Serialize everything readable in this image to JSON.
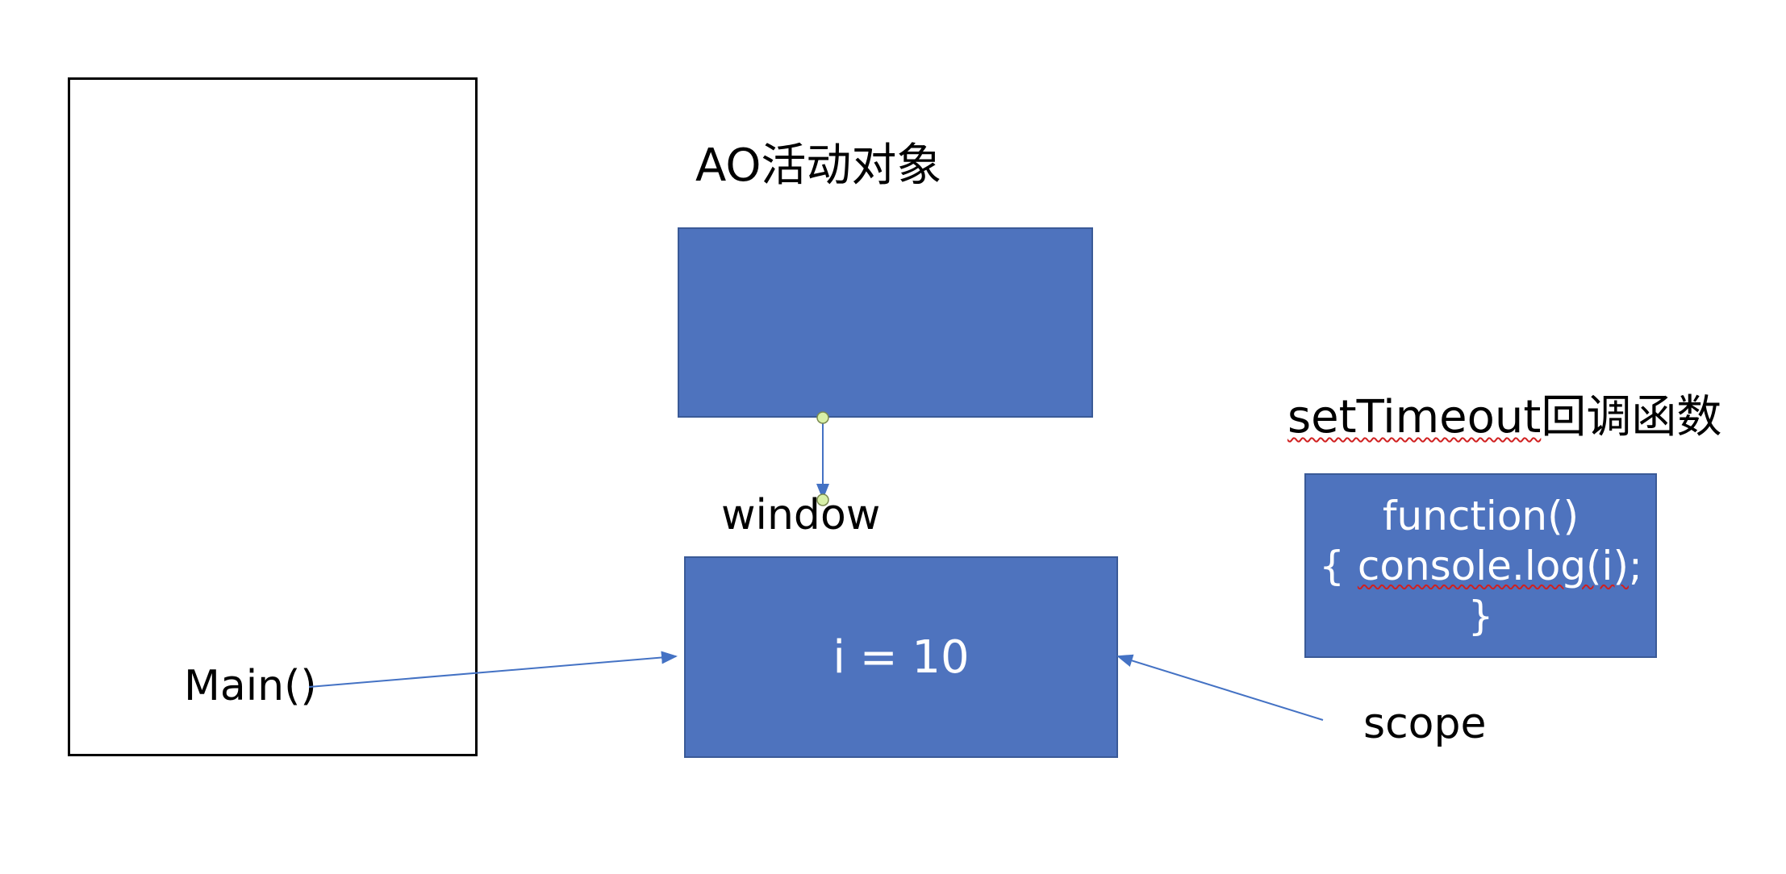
{
  "labels": {
    "ao_title": "AO活动对象",
    "window": "window",
    "main": "Main()",
    "scope": "scope",
    "callback_title_a": "setTimeout",
    "callback_title_b": "回调函数"
  },
  "boxes": {
    "window_value": "i = 10",
    "callback_line1": "function()",
    "callback_line2_a": "{ ",
    "callback_line2_b": "console.log(i)",
    "callback_line2_c": ";",
    "callback_line3": "}"
  },
  "colors": {
    "box_fill": "#4e73be",
    "box_border": "#3a5a97",
    "arrow": "#4472c4",
    "handle": "#d8f0a8"
  }
}
